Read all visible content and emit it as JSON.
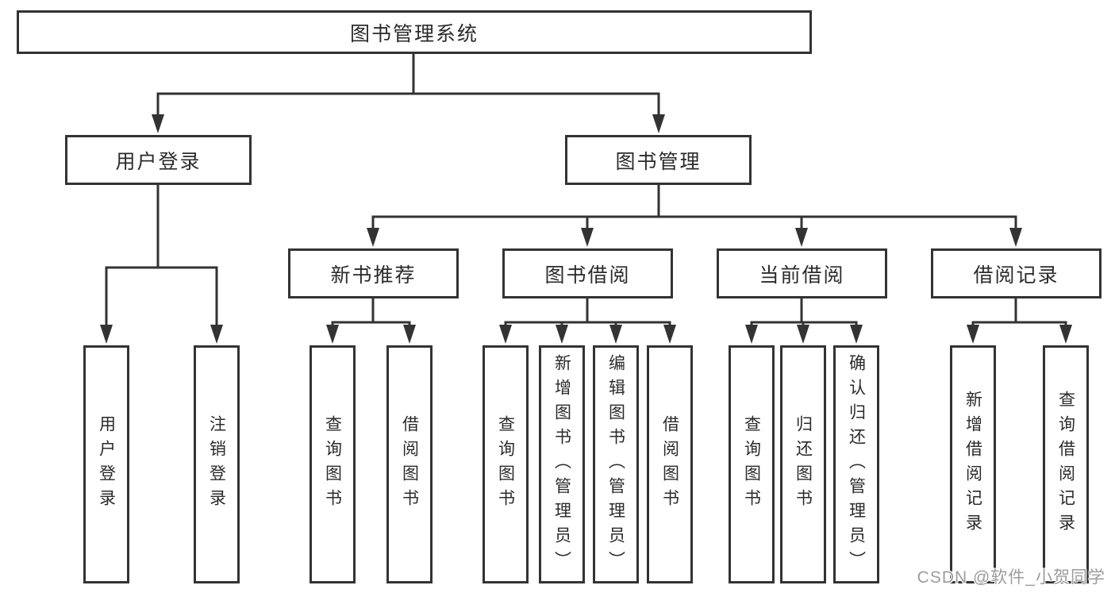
{
  "root": {
    "label": "图书管理系统"
  },
  "level1": [
    {
      "label": "用户登录"
    },
    {
      "label": "图书管理"
    }
  ],
  "level2": [
    {
      "label": "新书推荐"
    },
    {
      "label": "图书借阅"
    },
    {
      "label": "当前借阅"
    },
    {
      "label": "借阅记录"
    }
  ],
  "leaves": {
    "userLogin": [
      "用户登录",
      "注销登录"
    ],
    "newBooks": [
      "查询图书",
      "借阅图书"
    ],
    "bookBorrow": [
      "查询图书",
      "新增图书（管理员）",
      "编辑图书（管理员）",
      "借阅图书"
    ],
    "currentBorrow": [
      "查询图书",
      "归还图书",
      "确认归还（管理员）"
    ],
    "borrowRecords": [
      "新增借阅记录",
      "查询借阅记录"
    ]
  },
  "watermark": "CSDN @软件_小贺同学",
  "colors": {
    "line": "#333333",
    "text": "#2b2b2b",
    "watermark": "#9c9c9c",
    "background": "#ffffff"
  }
}
